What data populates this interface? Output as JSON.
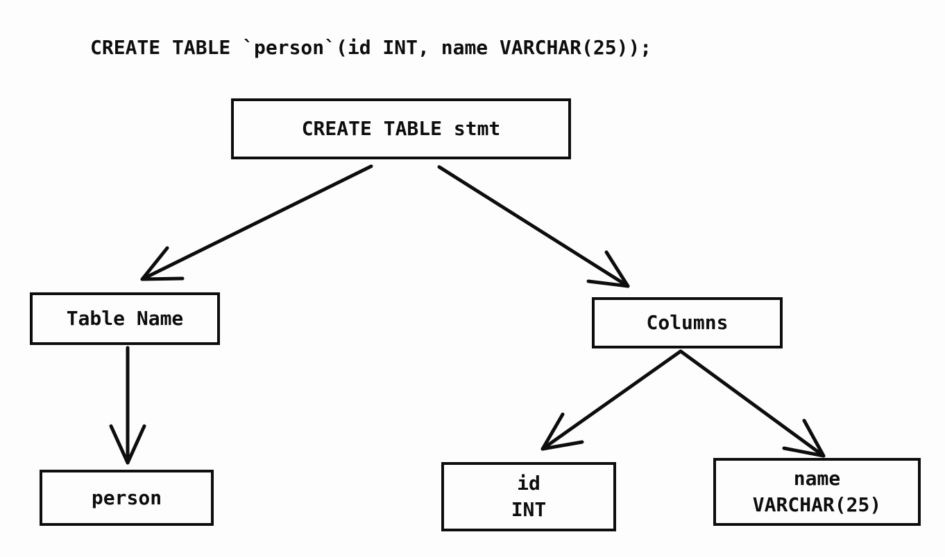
{
  "colors": {
    "background": "#fdfdfd",
    "ink": "#0d0d0d"
  },
  "statement": {
    "text": "CREATE TABLE `person`(id INT, name VARCHAR(25));"
  },
  "tree": {
    "nodes": {
      "stmt": {
        "label": "CREATE TABLE stmt"
      },
      "table_name": {
        "label": "Table Name"
      },
      "columns": {
        "label": "Columns"
      },
      "person": {
        "label": "person"
      },
      "id_column": {
        "name": "id",
        "type": "INT"
      },
      "name_column": {
        "name": "name",
        "type": "VARCHAR(25)"
      }
    },
    "edges": [
      {
        "from": "stmt",
        "to": "table_name"
      },
      {
        "from": "stmt",
        "to": "columns"
      },
      {
        "from": "table_name",
        "to": "person"
      },
      {
        "from": "columns",
        "to": "id_column"
      },
      {
        "from": "columns",
        "to": "name_column"
      }
    ]
  }
}
